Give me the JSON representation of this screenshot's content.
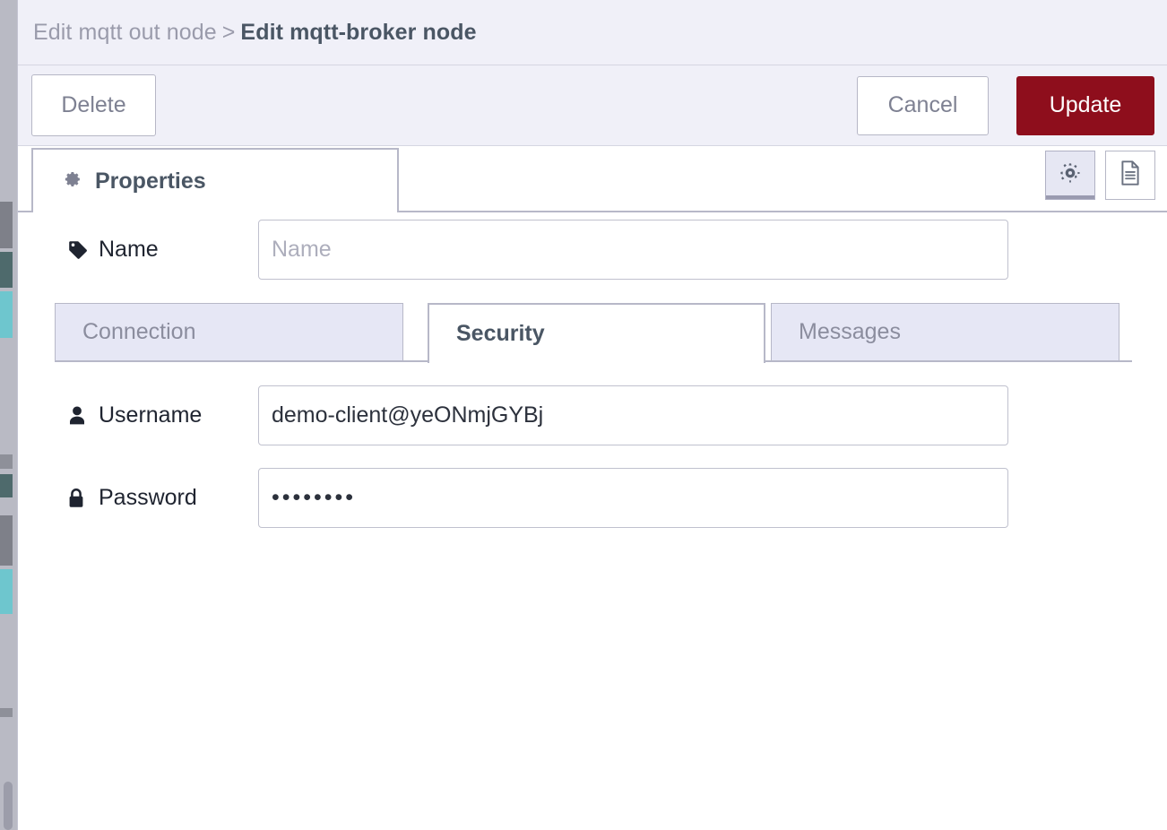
{
  "breadcrumb": {
    "parent": "Edit mqtt out node",
    "separator": ">",
    "current": "Edit mqtt-broker node"
  },
  "buttonbar": {
    "delete_label": "Delete",
    "cancel_label": "Cancel",
    "update_label": "Update"
  },
  "tabstrip": {
    "properties_label": "Properties",
    "gear_icon": "gear-icon",
    "tools": [
      {
        "icon": "gear-icon",
        "active": true
      },
      {
        "icon": "document-icon",
        "active": false
      }
    ]
  },
  "form": {
    "name": {
      "label": "Name",
      "icon": "tag-icon",
      "value": "",
      "placeholder": "Name"
    },
    "username": {
      "label": "Username",
      "icon": "user-icon",
      "value": "demo-client@yeONmjGYBj",
      "placeholder": ""
    },
    "password": {
      "label": "Password",
      "icon": "lock-icon",
      "value": "••••••••",
      "placeholder": ""
    }
  },
  "subtabs": [
    {
      "label": "Connection",
      "active": false
    },
    {
      "label": "Security",
      "active": true
    },
    {
      "label": "Messages",
      "active": false
    }
  ],
  "colors": {
    "update_red": "#8e0e1c",
    "header_bg": "#f0f0f8",
    "tab_inactive_bg": "#e6e7f5",
    "border": "#b7b8c8",
    "text_dark": "#4a5664",
    "text_muted": "#8b8d9e"
  }
}
